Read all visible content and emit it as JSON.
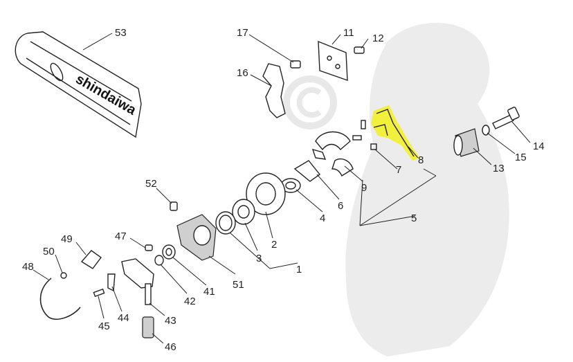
{
  "diagram": {
    "brand_text": "shindaiwa",
    "highlight_color": "#f4f02a",
    "callouts": [
      {
        "id": "53",
        "label": "53"
      },
      {
        "id": "17",
        "label": "17"
      },
      {
        "id": "11",
        "label": "11"
      },
      {
        "id": "12",
        "label": "12"
      },
      {
        "id": "16",
        "label": "16"
      },
      {
        "id": "14",
        "label": "14"
      },
      {
        "id": "15",
        "label": "15"
      },
      {
        "id": "13",
        "label": "13"
      },
      {
        "id": "8",
        "label": "8"
      },
      {
        "id": "7",
        "label": "7"
      },
      {
        "id": "9",
        "label": "9"
      },
      {
        "id": "6",
        "label": "6"
      },
      {
        "id": "5",
        "label": "5"
      },
      {
        "id": "4",
        "label": "4"
      },
      {
        "id": "2",
        "label": "2"
      },
      {
        "id": "3",
        "label": "3"
      },
      {
        "id": "1",
        "label": "1"
      },
      {
        "id": "52",
        "label": "52"
      },
      {
        "id": "51",
        "label": "51"
      },
      {
        "id": "41",
        "label": "41"
      },
      {
        "id": "42",
        "label": "42"
      },
      {
        "id": "47",
        "label": "47"
      },
      {
        "id": "49",
        "label": "49"
      },
      {
        "id": "50",
        "label": "50"
      },
      {
        "id": "48",
        "label": "48"
      },
      {
        "id": "44",
        "label": "44"
      },
      {
        "id": "45",
        "label": "45"
      },
      {
        "id": "43",
        "label": "43"
      },
      {
        "id": "46",
        "label": "46"
      }
    ]
  }
}
